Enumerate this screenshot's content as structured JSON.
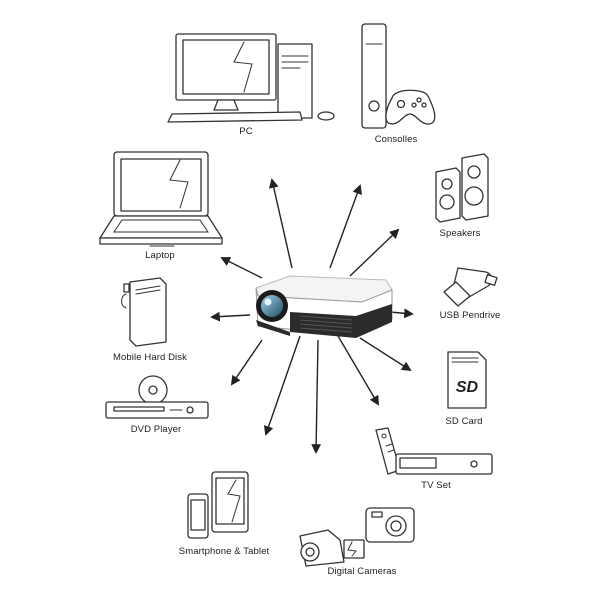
{
  "labels": {
    "pc": "PC",
    "consoles": "Consolles",
    "laptop": "Laptop",
    "speakers": "Speakers",
    "usb": "USB Pendrive",
    "hdd": "Mobile Hard Disk",
    "dvd": "DVD Player",
    "sd": "SD Card",
    "tv": "TV Set",
    "phone": "Smartphone & Tablet",
    "cameras": "Digital Cameras"
  },
  "icons": {
    "center": "projector-icon",
    "pc": "desktop-computer-icon",
    "consoles": "game-console-icon",
    "laptop": "laptop-icon",
    "speakers": "speakers-icon",
    "usb": "usb-pendrive-icon",
    "hdd": "hard-disk-icon",
    "dvd": "dvd-player-icon",
    "sd": "sd-card-icon",
    "tv": "tv-set-icon",
    "phone": "smartphone-tablet-icon",
    "cameras": "digital-cameras-icon"
  },
  "sd_card_text": "SD",
  "colors": {
    "line": "#222222",
    "projector_dark": "#2b2b2b"
  }
}
